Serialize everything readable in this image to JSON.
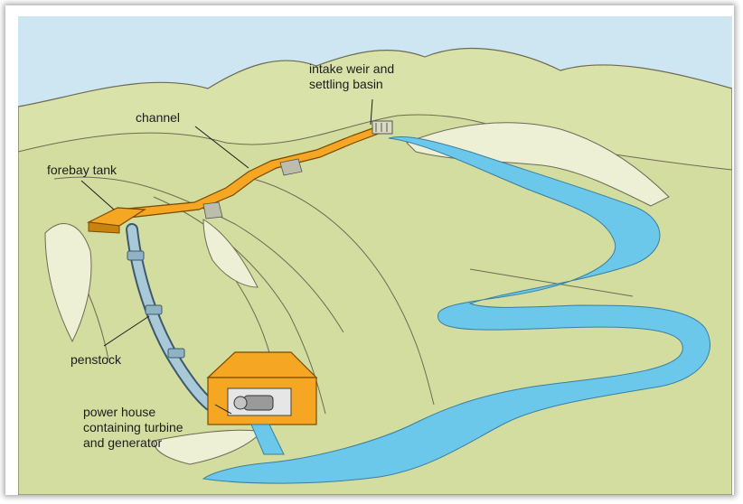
{
  "labels": {
    "intake": "intake weir and\nsettling basin",
    "channel": "channel",
    "forebay": "forebay tank",
    "penstock": "penstock",
    "powerhouse": "power house\ncontaining turbine\nand generator"
  },
  "colors": {
    "sky": "#cde6f2",
    "hills": "#d6e0a3",
    "river": "#6cc8ea",
    "structure": "#f5a623",
    "penstock": "#a9c9d9"
  }
}
